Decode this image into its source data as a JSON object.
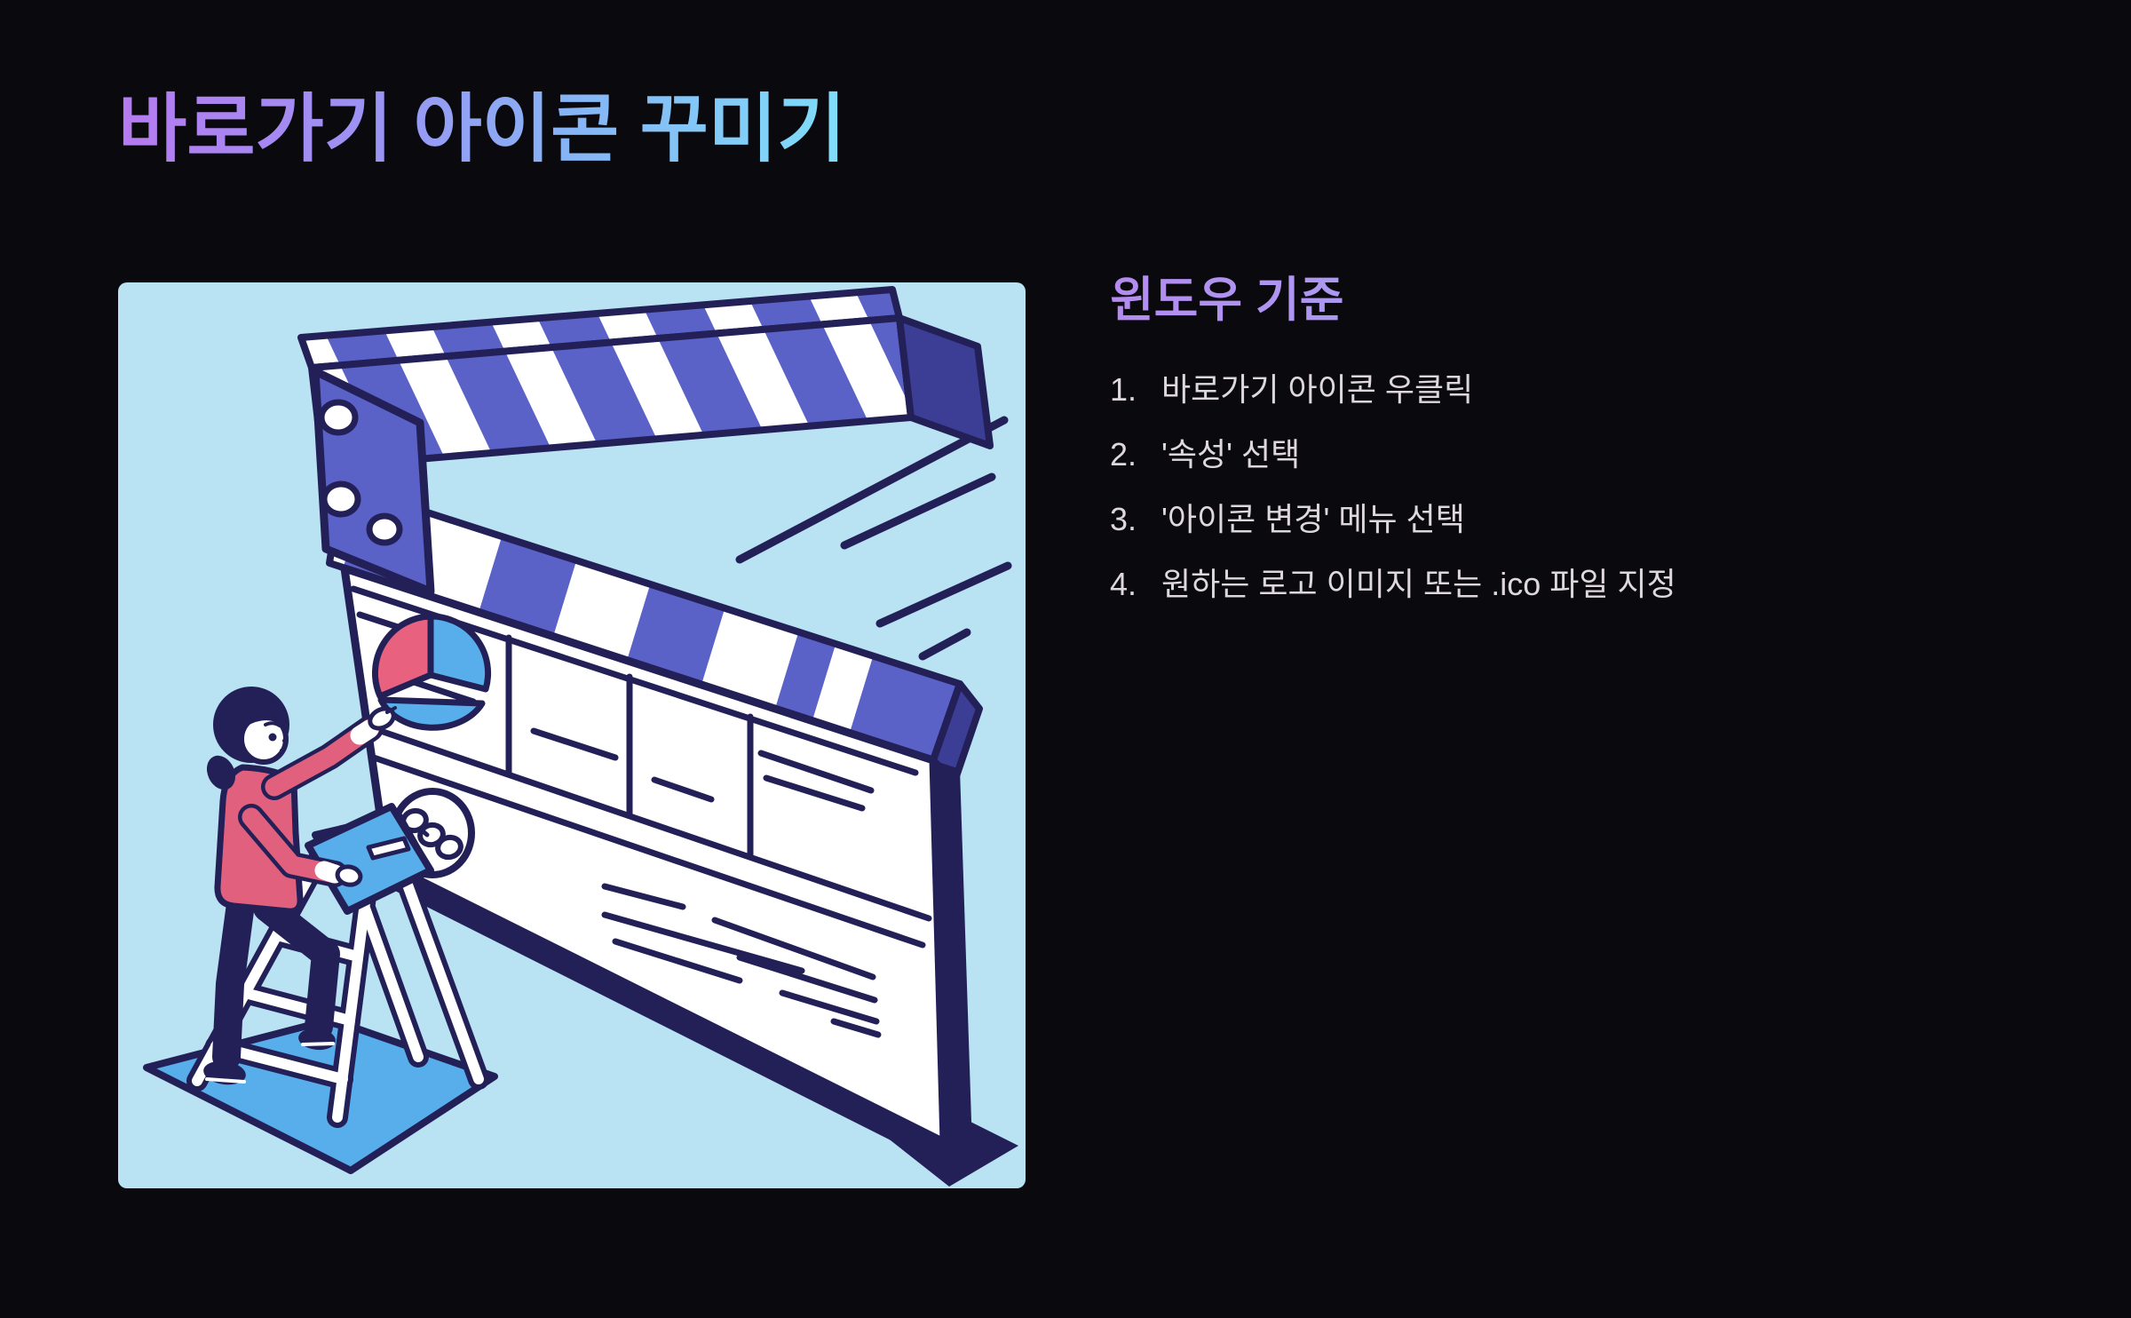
{
  "page": {
    "background": "#0a0a0e"
  },
  "title": {
    "text": "바로가기 아이콘 꾸미기",
    "gradient": [
      "#b67af0",
      "#9b93f3",
      "#86b4f5",
      "#7fdef9"
    ]
  },
  "steps": {
    "heading": "윈도우 기준",
    "heading_gradient": [
      "#b48bf0",
      "#95bbf5"
    ],
    "items": [
      {
        "num": "1.",
        "text": "바로가기 아이콘 우클릭"
      },
      {
        "num": "2.",
        "text": "'속성' 선택"
      },
      {
        "num": "3.",
        "text": "'아이콘 변경' 메뉴 선택"
      },
      {
        "num": "4.",
        "text": "원하는 로고 이미지 또는 .ico 파일 지정"
      }
    ],
    "text_color": "#ded8de"
  },
  "illustration": {
    "alt": "여성이 사다리 위에 올라 대형 클래퍼보드(영화 슬레이트)를 꾸미는 일러스트",
    "colors": {
      "background": "#b9e2f3",
      "indigo": "#5a61c7",
      "indigo_dark": "#3c3e96",
      "navy_outline": "#232058",
      "pink": "#e8627f",
      "sweater_pink": "#e0607e",
      "accent_blue": "#57aeea",
      "white": "#ffffff"
    }
  }
}
